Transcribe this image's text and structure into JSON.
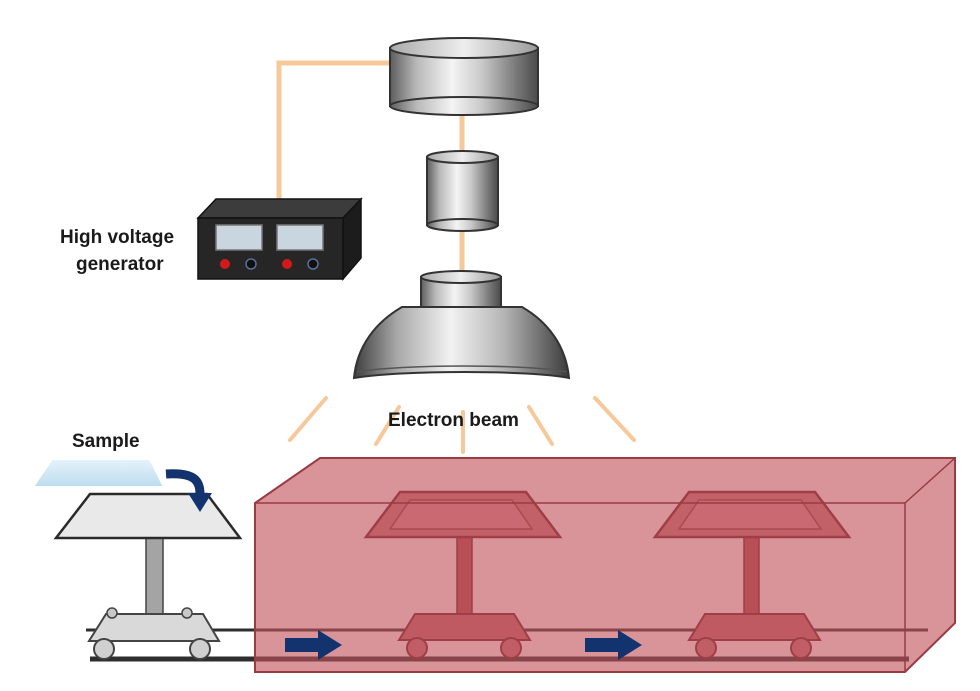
{
  "labels": {
    "generator_line1": "High voltage",
    "generator_line2": "generator",
    "electron_beam": "Electron beam",
    "sample": "Sample"
  },
  "colors": {
    "beam": "#f6c89a",
    "chamber": "#c0525a",
    "arrow": "#13336e",
    "rail": "#2e2e2e"
  },
  "icons": {
    "generator": "high-voltage-generator-icon",
    "gun": "electron-gun-icon",
    "flow_arrow": "right-arrow-icon",
    "sample_drop_arrow": "curved-down-arrow-icon"
  }
}
